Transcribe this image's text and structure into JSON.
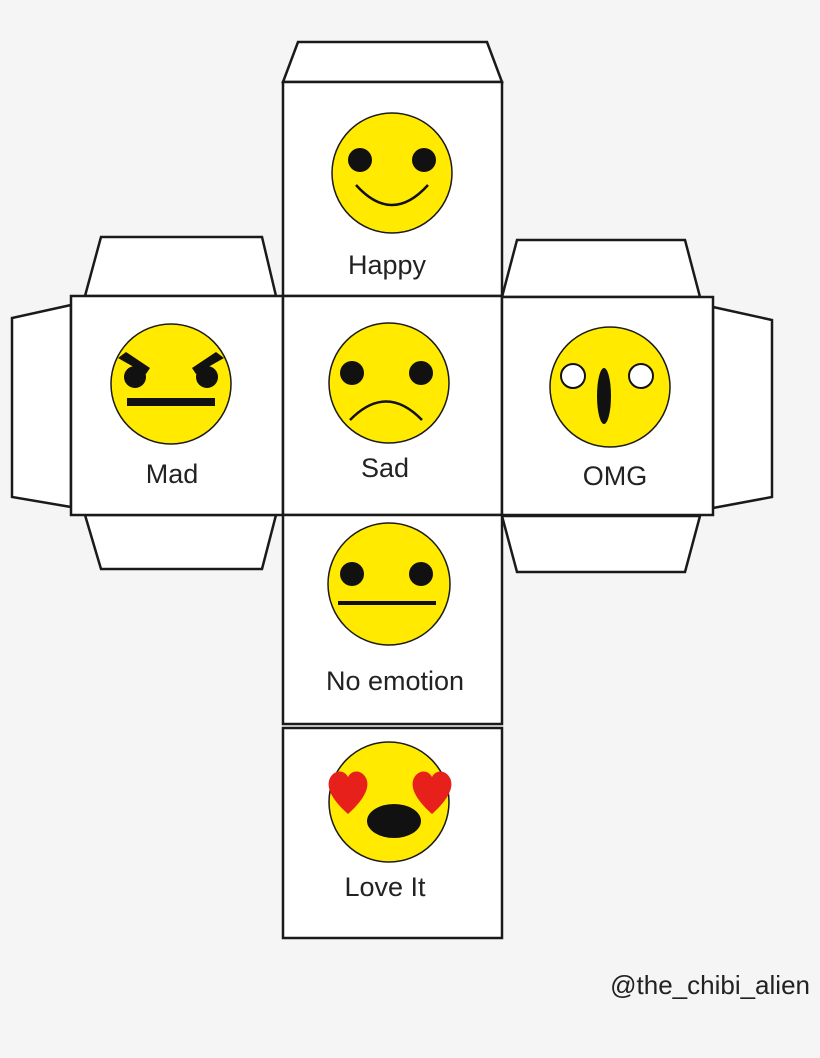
{
  "faces": {
    "happy": "Happy",
    "mad": "Mad",
    "sad": "Sad",
    "omg": "OMG",
    "no_emotion": "No emotion",
    "love_it": "Love It"
  },
  "credit": "@the_chibi_alien",
  "colors": {
    "face": "#ffea00",
    "outline": "#1a1a1a",
    "heart": "#e8201c",
    "background": "#f5f5f5"
  }
}
